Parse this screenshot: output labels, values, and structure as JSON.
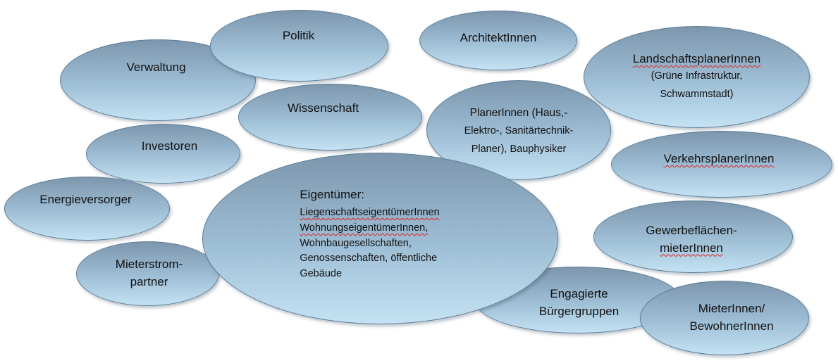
{
  "stakeholders": {
    "verwaltung": "Verwaltung",
    "politik": "Politik",
    "architekten": "ArchitektInnen",
    "landschaft": {
      "name": "LandschaftsplanerInnen",
      "line2": "(Grüne Infrastruktur,",
      "line3": "Schwammstadt)"
    },
    "wissenschaft": "Wissenschaft",
    "planer": {
      "line1": "PlanerInnen (Haus,-",
      "line2": "Elektro-, Sanitärtechnik-",
      "line3": "Planer), Bauphysiker"
    },
    "investoren": "Investoren",
    "verkehr": "VerkehrsplanerInnen",
    "energie": "Energieversorger",
    "eigentuemer": {
      "title": "Eigentümer:",
      "line1": "LiegenschaftseigentümerInnen",
      "line2": "WohnungseigentümerInnen,",
      "line3": "Wohnbaugesellschaften,",
      "line4": "Genossenschaften, öffentliche",
      "line5": "Gebäude"
    },
    "gewerbe": {
      "line1": "Gewerbeflächen-",
      "line2": "mieterInnen"
    },
    "mieterstrom": {
      "line1": "Mieterstrom-",
      "line2": "partner"
    },
    "buerger": {
      "line1": "Engagierte",
      "line2": "Bürgergruppen"
    },
    "mieter": {
      "line1": "MieterInnen/",
      "line2": "BewohnerInnen"
    }
  }
}
